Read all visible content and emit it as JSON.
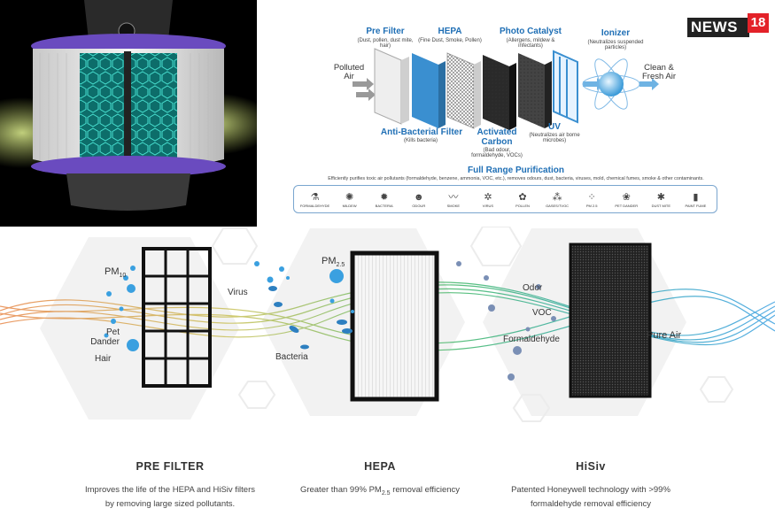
{
  "diagram": {
    "stages": {
      "pre_filter": {
        "title": "Pre Filter",
        "desc": "(Dust, pollen, dust mite, hair)"
      },
      "hepa": {
        "title": "HEPA",
        "desc": "(Fine Dust, Smoke, Pollen)"
      },
      "photo_catalyst": {
        "title": "Photo Catalyst",
        "desc": "(Allergens, mildew & infectants)"
      },
      "ionizer": {
        "title": "Ionizer",
        "desc": "(Neutralizes suspended particles)"
      },
      "anti_bacterial": {
        "title": "Anti-Bacterial Filter",
        "desc": "(Kills bacteria)"
      },
      "activated_carbon": {
        "title": "Activated Carbon",
        "desc": "(Bad odour, formaldehyde, VOCs)"
      },
      "uv": {
        "title": "UV",
        "desc": "(Neutralizes air borne microbes)"
      }
    },
    "polluted_air": "Polluted Air",
    "clean_air": "Clean & Fresh Air",
    "range_title": "Full Range Purification",
    "range_subtitle": "Efficiently purifies toxic air pollutants (formaldehyde, benzene, ammonia, VOC, etc.), removes odours, dust, bacteria, viruses, mold, chemical fumes, smoke & other contaminants.",
    "pollutants": [
      {
        "icon": "flask-icon",
        "label": "FORMALDEHYDE"
      },
      {
        "icon": "mildew-icon",
        "label": "MILDEW"
      },
      {
        "icon": "bacteria-icon",
        "label": "BACTERIA"
      },
      {
        "icon": "odour-icon",
        "label": "ODOUR"
      },
      {
        "icon": "smoke-icon",
        "label": "SMOKE"
      },
      {
        "icon": "virus-icon",
        "label": "VIRUS"
      },
      {
        "icon": "pollen-icon",
        "label": "POLLEN"
      },
      {
        "icon": "molecule-icon",
        "label": "GASES/TVOC"
      },
      {
        "icon": "pm-icon",
        "label": "PM 2.5"
      },
      {
        "icon": "paw-icon",
        "label": "PET DANDER"
      },
      {
        "icon": "mite-icon",
        "label": "DUST MITE"
      },
      {
        "icon": "spray-icon",
        "label": "PAINT FUME"
      }
    ]
  },
  "logo": {
    "text": "NEWS",
    "number": "18",
    "brand_red": "#e32229"
  },
  "banner": {
    "labels": {
      "pm10_main": "PM",
      "pm10_sub": "10",
      "pet_dander": "Pet Dander",
      "hair": "Hair",
      "virus": "Virus",
      "bacteria": "Bacteria",
      "pm25_main": "PM",
      "pm25_sub": "2.5",
      "odor": "Odor",
      "voc": "VOC",
      "formaldehyde": "Formaldehyde",
      "pure_air": "Pure Air"
    },
    "columns": [
      {
        "title": "PRE FILTER",
        "line1": "Improves the life of the HEPA and HiSiv filters",
        "line2": "by removing large sized pollutants."
      },
      {
        "title": "HEPA",
        "line1_a": "Greater than 99% PM",
        "line1_sub": "2.5",
        "line1_b": " removal efficiency"
      },
      {
        "title": "HiSiv",
        "line1": "Patented Honeywell technology with >99%",
        "line2": "formaldehyde removal efficiency"
      }
    ]
  },
  "colors": {
    "accent_blue": "#1f6fb5",
    "wave_orange": "#e8884a",
    "wave_green": "#3cb56a",
    "wave_blue": "#3aa0e0",
    "purifier_purple": "#7b5cc9",
    "filter_teal": "#2bb3a8"
  }
}
